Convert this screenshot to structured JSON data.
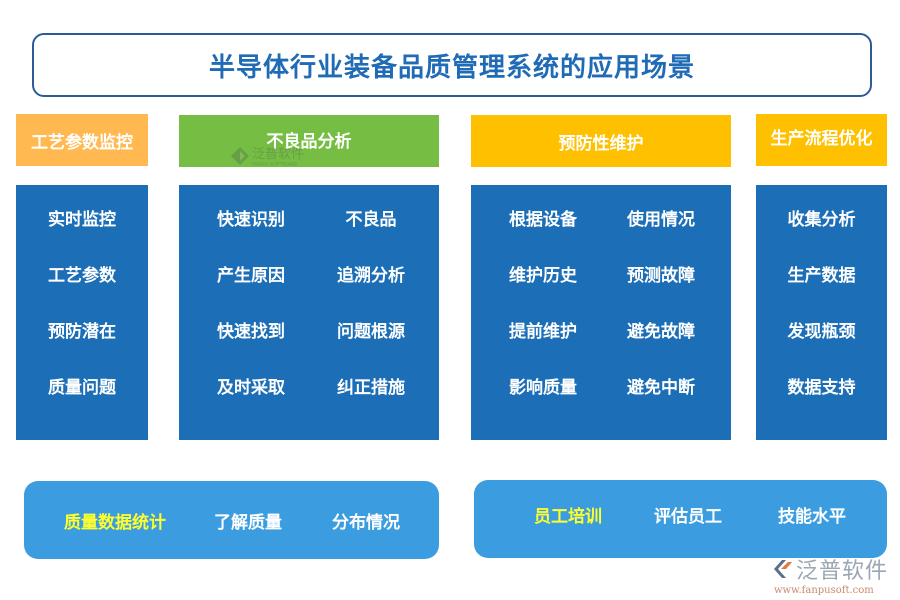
{
  "title": "半导体行业装备品质管理系统的应用场景",
  "sections": [
    {
      "header": "工艺参数监控",
      "header_color": "#ffb950",
      "items": [
        "实时监控",
        "工艺参数",
        "预防潜在",
        "质量问题"
      ]
    },
    {
      "header": "不良品分析",
      "header_color": "#76bd43",
      "items_left": [
        "快速识别",
        "产生原因",
        "快速找到",
        "及时采取"
      ],
      "items_right": [
        "不良品",
        "追溯分析",
        "问题根源",
        "纠正措施"
      ]
    },
    {
      "header": "预防性维护",
      "header_color": "#ffc000",
      "items_left": [
        "根据设备",
        "维护历史",
        "提前维护",
        "影响质量"
      ],
      "items_right": [
        "使用情况",
        "预测故障",
        "避免故障",
        "避免中断"
      ]
    },
    {
      "header": "生产流程优化",
      "header_color": "#ffc000",
      "items": [
        "收集分析",
        "生产数据",
        "发现瓶颈",
        "数据支持"
      ]
    }
  ],
  "bottom": [
    {
      "highlight": "质量数据统计",
      "items": [
        "了解质量",
        "分布情况"
      ]
    },
    {
      "highlight": "员工培训",
      "items": [
        "评估员工",
        "技能水平"
      ]
    }
  ],
  "watermark": {
    "cn": "泛普软件",
    "en": "FANPU SOFTWARE"
  },
  "logo": {
    "cn": "泛普软件",
    "url": "www.fanpusoft.com"
  },
  "colors": {
    "panel_blue": "#1c6fb7",
    "bottom_blue": "#3b9de0",
    "title_blue": "#1f6bb5",
    "highlight_yellow": "#ffff2e"
  }
}
